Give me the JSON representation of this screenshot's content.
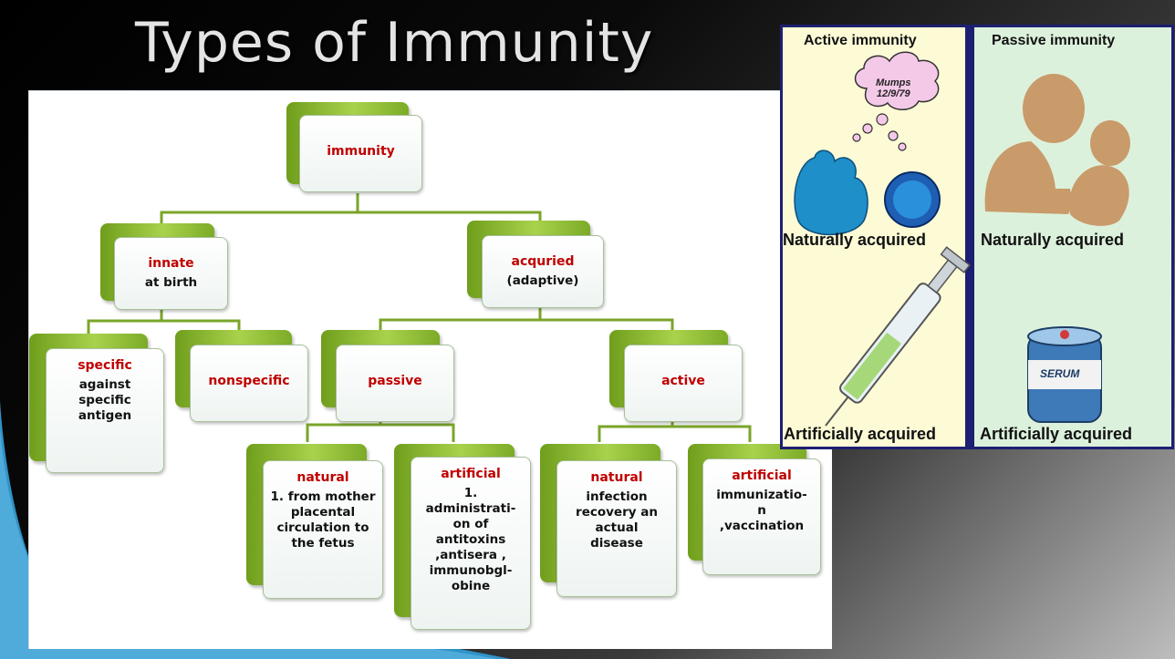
{
  "slide": {
    "title": "Types of Immunity"
  },
  "flowchart": {
    "immunity": {
      "title": "immunity"
    },
    "innate": {
      "title": "innate",
      "text": "at birth"
    },
    "acquired": {
      "title": "acquried",
      "text": "(adaptive)"
    },
    "specific": {
      "title": "specific",
      "text": "against specific antigen"
    },
    "nonspecific": {
      "title": "nonspecific"
    },
    "passive": {
      "title": "passive"
    },
    "active": {
      "title": "active"
    },
    "passive_natural": {
      "title": "natural",
      "text": "1. from mother placental circulation to the fetus"
    },
    "passive_artificial": {
      "title": "artificial",
      "text": "1. administrati-on of antitoxins ,antisera , immunobgl-obine"
    },
    "active_natural": {
      "title": "natural",
      "text": "infection recovery an actual disease"
    },
    "active_artificial": {
      "title": "artificial",
      "text": "immunizatio-n ,vaccination"
    }
  },
  "illustration": {
    "active_header": "Active immunity",
    "passive_header": "Passive immunity",
    "cloud_text_1": "Mumps",
    "cloud_text_2": "12/9/79",
    "active_natural_label": "Naturally acquired",
    "passive_natural_label": "Naturally acquired",
    "active_artificial_label": "Artificially acquired",
    "passive_artificial_label": "Artificially acquired",
    "serum_label": "SERUM"
  },
  "colors": {
    "title_red": "#c00000",
    "node_green": "#8fbe37",
    "panel_navy": "#1d1f72",
    "active_bg": "#fdfbd6",
    "passive_bg": "#dcf1dc"
  }
}
